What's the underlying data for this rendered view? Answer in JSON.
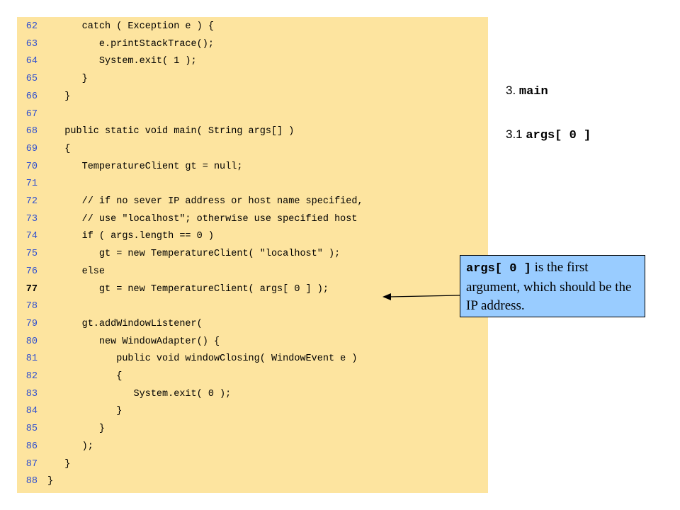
{
  "code_lines": [
    {
      "num": "62",
      "text": "      catch ( Exception e ) {"
    },
    {
      "num": "63",
      "text": "         e.printStackTrace();"
    },
    {
      "num": "64",
      "text": "         System.exit( 1 );"
    },
    {
      "num": "65",
      "text": "      }"
    },
    {
      "num": "66",
      "text": "   }"
    },
    {
      "num": "67",
      "text": ""
    },
    {
      "num": "68",
      "text": "   public static void main( String args[] )"
    },
    {
      "num": "69",
      "text": "   {"
    },
    {
      "num": "70",
      "text": "      TemperatureClient gt = null;"
    },
    {
      "num": "71",
      "text": ""
    },
    {
      "num": "72",
      "text": "      // if no sever IP address or host name specified,"
    },
    {
      "num": "73",
      "text": "      // use \"localhost\"; otherwise use specified host"
    },
    {
      "num": "74",
      "text": "      if ( args.length == 0 )"
    },
    {
      "num": "75",
      "text": "         gt = new TemperatureClient( \"localhost\" );"
    },
    {
      "num": "76",
      "text": "      else"
    },
    {
      "num": "77",
      "text": "         gt = new TemperatureClient( args[ 0 ] );"
    },
    {
      "num": "78",
      "text": ""
    },
    {
      "num": "79",
      "text": "      gt.addWindowListener("
    },
    {
      "num": "80",
      "text": "         new WindowAdapter() {"
    },
    {
      "num": "81",
      "text": "            public void windowClosing( WindowEvent e )"
    },
    {
      "num": "82",
      "text": "            {"
    },
    {
      "num": "83",
      "text": "               System.exit( 0 );"
    },
    {
      "num": "84",
      "text": "            }"
    },
    {
      "num": "85",
      "text": "         }"
    },
    {
      "num": "86",
      "text": "      );"
    },
    {
      "num": "87",
      "text": "   }"
    },
    {
      "num": "88",
      "text": "}"
    }
  ],
  "highlighted_line": "77",
  "outline": {
    "item1_number": "3. ",
    "item1_code": "main",
    "item2_number": "3.1 ",
    "item2_code": "args[ 0 ]"
  },
  "callout": {
    "code": "args[ 0 ]",
    "text": " is the first argument, which should be the IP address."
  },
  "colors": {
    "code_background": "#fde49f",
    "line_number": "#2f4fcf",
    "callout_background": "#99ccff"
  }
}
